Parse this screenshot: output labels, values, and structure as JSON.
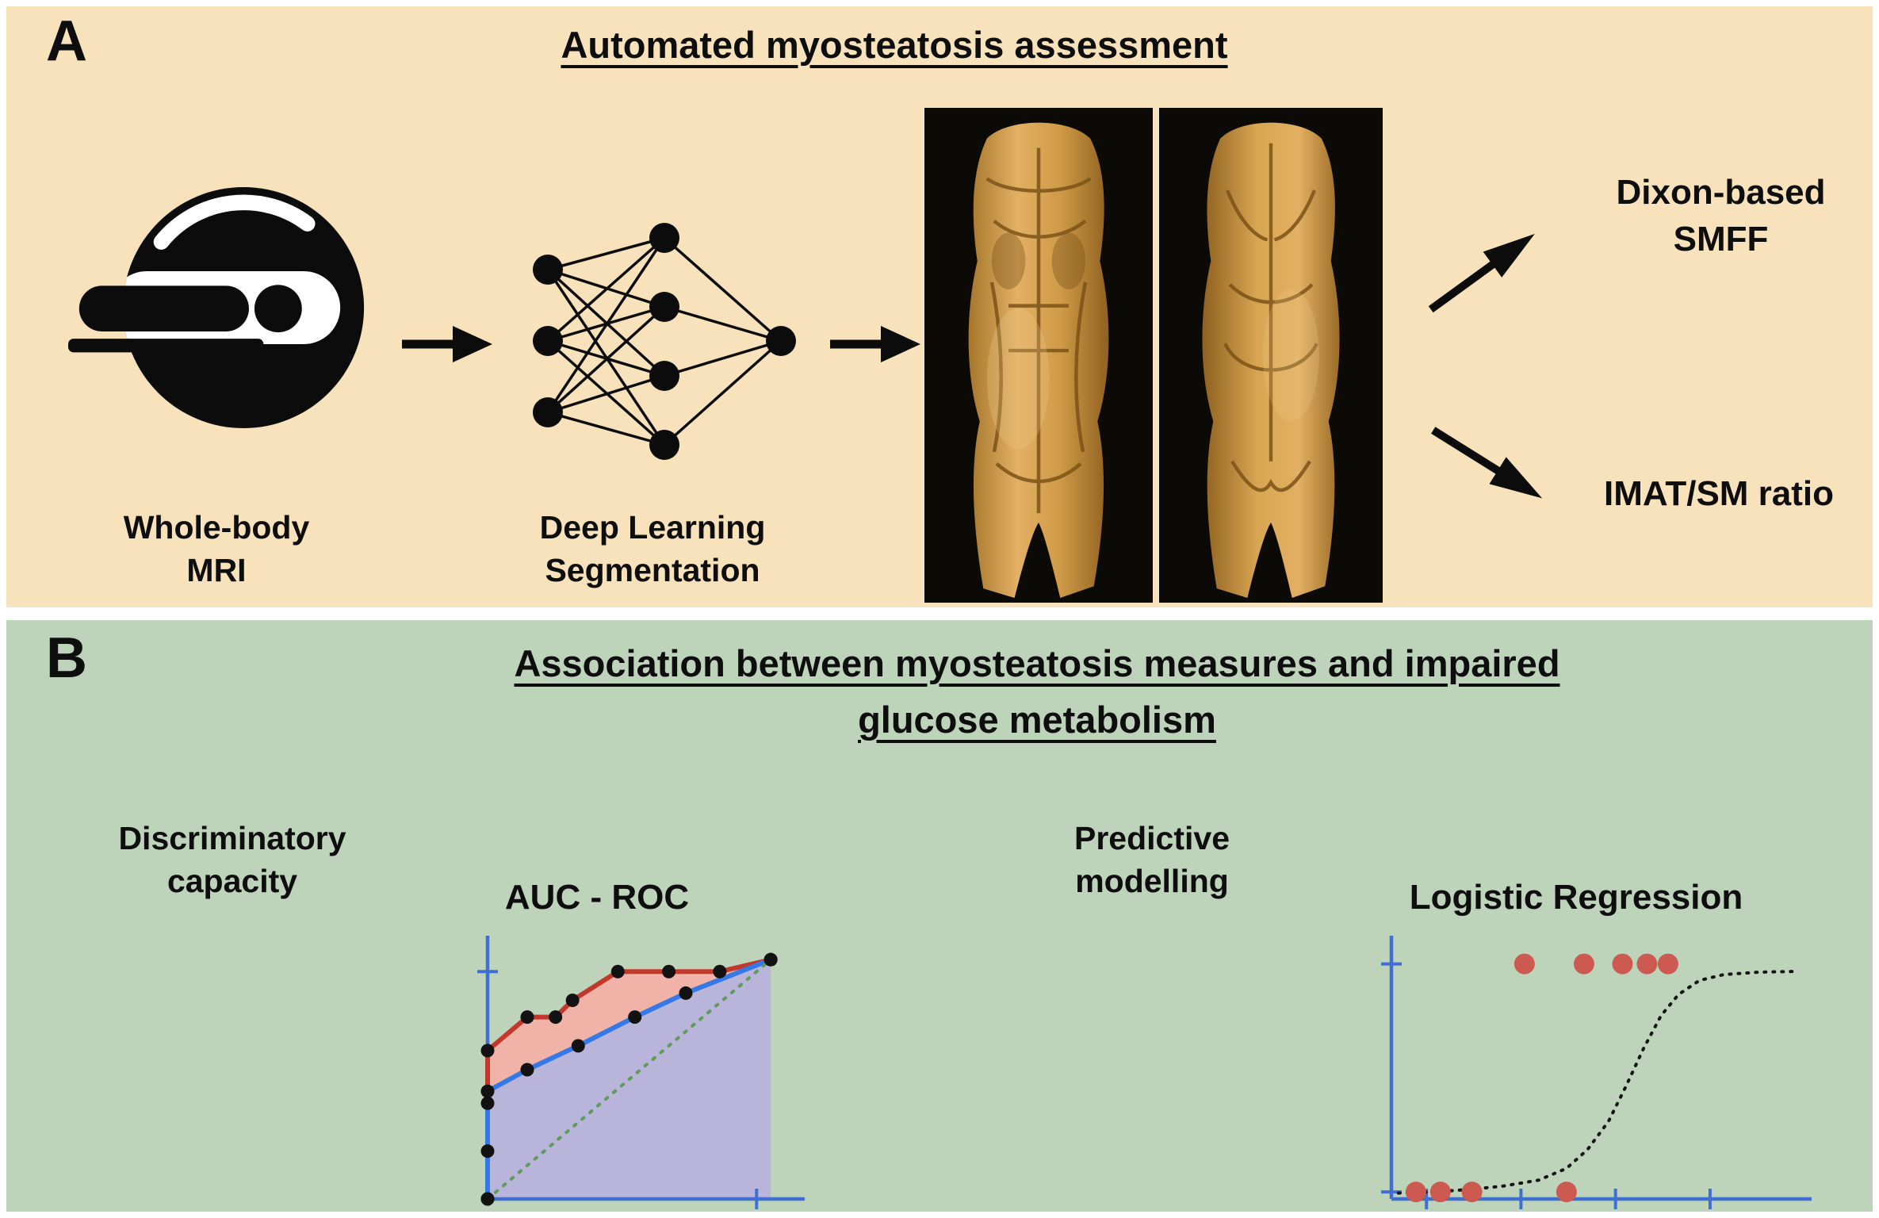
{
  "page": {
    "background": "#ffffff"
  },
  "panel_a": {
    "label": "A",
    "title": "Automated myosteatosis assessment",
    "background": "#f8e2bb",
    "mri_caption": "Whole-body\nMRI",
    "dl_caption": "Deep Learning\nSegmentation",
    "output_top": "Dixon-based\nSMFF",
    "output_bottom": "IMAT/SM ratio",
    "icons": [
      "mri-scanner-icon",
      "flow-arrow-right-icon",
      "neural-network-icon",
      "flow-arrow-right-icon",
      "muscle-3d-render-front",
      "muscle-3d-render-back",
      "arrow-up-right-icon",
      "arrow-down-right-icon"
    ]
  },
  "panel_b": {
    "label": "B",
    "title": "Association between myosteatosis measures and impaired\nglucose metabolism",
    "background": "#bdd4ba",
    "left_heading": "Discriminatory\ncapacity",
    "right_heading": "Predictive\nmodelling"
  },
  "chart_data": [
    {
      "id": "roc",
      "type": "line",
      "title": "AUC - ROC",
      "xlabel": "",
      "ylabel": "",
      "xlim": [
        0,
        1.12
      ],
      "ylim": [
        0,
        1.1
      ],
      "grid": false,
      "legend": "none",
      "axis_color": "#3f6fd1",
      "x_ticks": [
        0.95
      ],
      "y_ticks": [
        0.95
      ],
      "series": [
        {
          "name": "model-roc-curve",
          "type": "line",
          "color": "#c2382a",
          "width": 6,
          "fill": "#f1b3a7",
          "markers": true,
          "marker_color": "#121212",
          "points": [
            [
              0,
              0
            ],
            [
              0,
              0.2
            ],
            [
              0,
              0.4
            ],
            [
              0,
              0.62
            ],
            [
              0.14,
              0.76
            ],
            [
              0.24,
              0.76
            ],
            [
              0.3,
              0.83
            ],
            [
              0.46,
              0.95
            ],
            [
              0.64,
              0.95
            ],
            [
              0.82,
              0.95
            ],
            [
              1,
              1
            ]
          ]
        },
        {
          "name": "baseline-roc-curve",
          "type": "line",
          "color": "#3579e6",
          "width": 6,
          "fill": "#b9b4d9",
          "markers": true,
          "marker_color": "#121212",
          "points": [
            [
              0,
              0
            ],
            [
              0,
              0.45
            ],
            [
              0.14,
              0.54
            ],
            [
              0.32,
              0.64
            ],
            [
              0.52,
              0.76
            ],
            [
              0.7,
              0.86
            ],
            [
              1,
              1
            ]
          ]
        },
        {
          "name": "chance-diagonal",
          "type": "line",
          "color": "#5f9c5a",
          "width": 4,
          "dash": "3 10",
          "points": [
            [
              0,
              0
            ],
            [
              1,
              1
            ]
          ]
        }
      ]
    },
    {
      "id": "logistic",
      "type": "scatter",
      "title": "Logistic Regression",
      "xlabel": "",
      "ylabel": "",
      "xlim": [
        0,
        1.2
      ],
      "ylim": [
        0,
        1.12
      ],
      "grid": false,
      "legend": "none",
      "axis_color": "#3f6fd1",
      "x_ticks": [
        0.1,
        0.37,
        0.64,
        0.91
      ],
      "y_ticks": [
        0.03,
        1.0
      ],
      "series": [
        {
          "name": "logistic-fit",
          "type": "line",
          "color": "#121212",
          "width": 4,
          "dash": "2 9",
          "points": [
            [
              0.02,
              0.025
            ],
            [
              0.12,
              0.03
            ],
            [
              0.22,
              0.04
            ],
            [
              0.32,
              0.055
            ],
            [
              0.42,
              0.08
            ],
            [
              0.5,
              0.13
            ],
            [
              0.56,
              0.21
            ],
            [
              0.62,
              0.33
            ],
            [
              0.67,
              0.48
            ],
            [
              0.72,
              0.64
            ],
            [
              0.77,
              0.78
            ],
            [
              0.82,
              0.87
            ],
            [
              0.88,
              0.93
            ],
            [
              0.95,
              0.955
            ],
            [
              1.05,
              0.965
            ],
            [
              1.15,
              0.968
            ]
          ]
        },
        {
          "name": "outcome-negative-points",
          "type": "scatter",
          "color": "#cd5a50",
          "size": 13,
          "points": [
            [
              0.07,
              0.03
            ],
            [
              0.14,
              0.03
            ],
            [
              0.23,
              0.03
            ],
            [
              0.5,
              0.03
            ]
          ]
        },
        {
          "name": "outcome-positive-points",
          "type": "scatter",
          "color": "#cd5a50",
          "size": 13,
          "points": [
            [
              0.38,
              1.0
            ],
            [
              0.55,
              1.0
            ],
            [
              0.66,
              1.0
            ],
            [
              0.73,
              1.0
            ],
            [
              0.79,
              1.0
            ]
          ]
        }
      ]
    }
  ]
}
